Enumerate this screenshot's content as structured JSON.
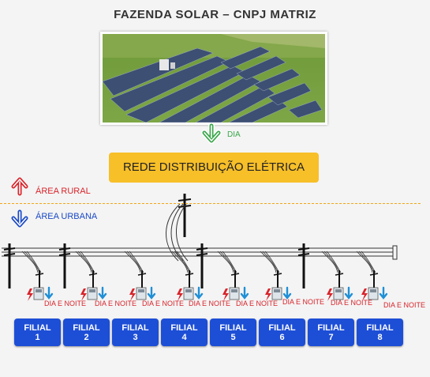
{
  "header": {
    "title": "FAZENDA SOLAR – CNPJ MATRIZ"
  },
  "flow": {
    "dia_label": "DIA",
    "grid_label": "REDE DISTRIBUIÇÃO ELÉTRICA"
  },
  "zones": {
    "rural_label": "ÁREA RURAL",
    "urbana_label": "ÁREA URBANA"
  },
  "colors": {
    "grid_box": "#f7bf28",
    "filial": "#1d4ed6",
    "up_arrow": "#d8242b",
    "down_arrow": "#1a49c5",
    "dia_arrow": "#3aa64a",
    "divider": "#f2a516"
  },
  "branches": [
    {
      "word": "FILIAL",
      "num": "1",
      "flow": "DIA E NOITE"
    },
    {
      "word": "FILIAL",
      "num": "2",
      "flow": "DIA E NOITE"
    },
    {
      "word": "FILIAL",
      "num": "3",
      "flow": "DIA E NOITE"
    },
    {
      "word": "FILIAL",
      "num": "4",
      "flow": "DIA E NOITE"
    },
    {
      "word": "FILIAL",
      "num": "5",
      "flow": "DIA E NOITE"
    },
    {
      "word": "FILIAL",
      "num": "6",
      "flow": "DIA E NOITE"
    },
    {
      "word": "FILIAL",
      "num": "7",
      "flow": "DIA E NOITE"
    },
    {
      "word": "FILIAL",
      "num": "8",
      "flow": "DIA E NOITE"
    }
  ]
}
